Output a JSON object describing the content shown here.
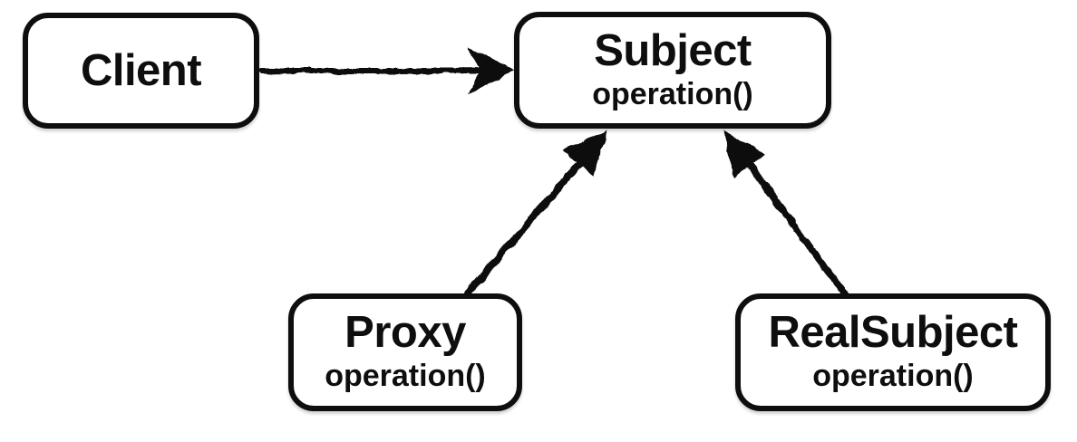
{
  "diagram": {
    "colors": {
      "ink": "#0e0e0e",
      "background": "#ffffff"
    },
    "nodes": [
      {
        "id": "client",
        "title": "Client",
        "method": ""
      },
      {
        "id": "subject",
        "title": "Subject",
        "method": "operation()"
      },
      {
        "id": "proxy",
        "title": "Proxy",
        "method": "operation()"
      },
      {
        "id": "realsubject",
        "title": "RealSubject",
        "method": "operation()"
      }
    ],
    "edges": [
      {
        "id": "client-to-subject",
        "from": "Client",
        "to": "Subject",
        "style": "sketchy-solid",
        "arrowhead": "dart"
      },
      {
        "id": "proxy-to-subject",
        "from": "Proxy",
        "to": "Subject",
        "style": "sketchy-solid",
        "arrowhead": "triangle"
      },
      {
        "id": "realsubject-to-subject",
        "from": "RealSubject",
        "to": "Subject",
        "style": "sketchy-solid",
        "arrowhead": "triangle"
      }
    ]
  }
}
